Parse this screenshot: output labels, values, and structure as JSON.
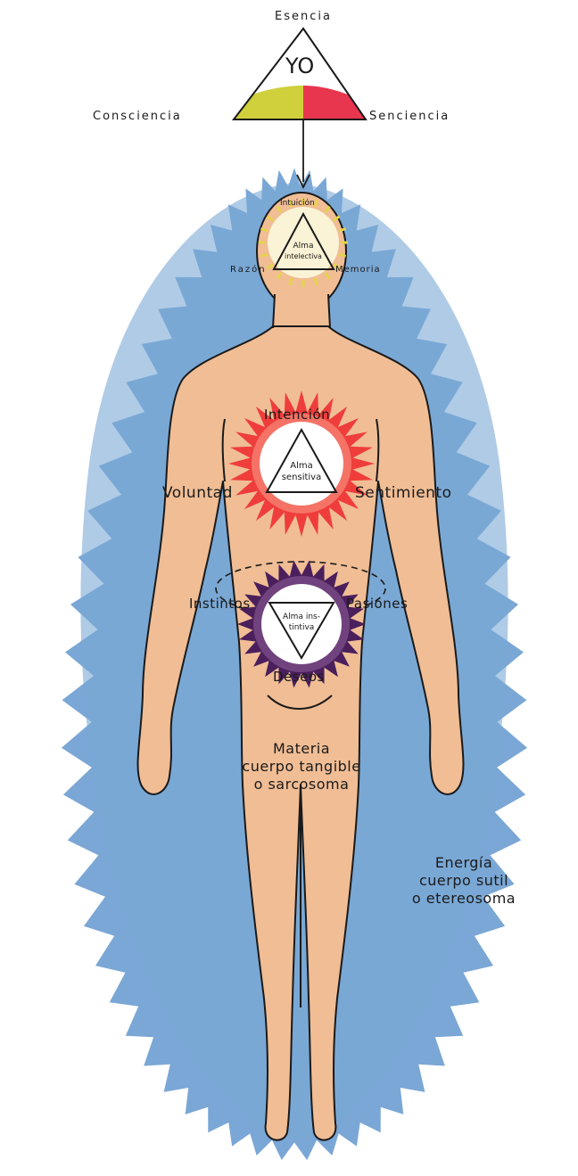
{
  "top_triangle": {
    "top": "Esencia",
    "center": "YO",
    "left": "Consciencia",
    "right": "Senciencia"
  },
  "head": {
    "top": "Intuición",
    "center_line1": "Alma",
    "center_line2": "intelectiva",
    "left": "Razón",
    "right": "Memoria"
  },
  "chest": {
    "top": "Intención",
    "center_line1": "Alma",
    "center_line2": "sensitiva",
    "left": "Voluntad",
    "right": "Sentimiento"
  },
  "belly": {
    "left": "Instintos",
    "right": "Pasiones",
    "center_line1": "Alma ins-",
    "center_line2": "tintiva",
    "bottom": "Deseos"
  },
  "body_text": {
    "line1": "Materia",
    "line2": "cuerpo tangible",
    "line3": "o sarcosoma"
  },
  "aura_text": {
    "line1": "Energía",
    "line2": "cuerpo sutil",
    "line3": "o etereosoma"
  },
  "colors": {
    "aura": "#6f9fd1",
    "skin": "#f0bd95",
    "outline": "#1a1a1a",
    "yellow": "#cfd03b",
    "red": "#e8364f",
    "chest_glow": "#ef3d3c",
    "belly_glow": "#4a1f5c",
    "head_glow": "#e5d44a"
  }
}
